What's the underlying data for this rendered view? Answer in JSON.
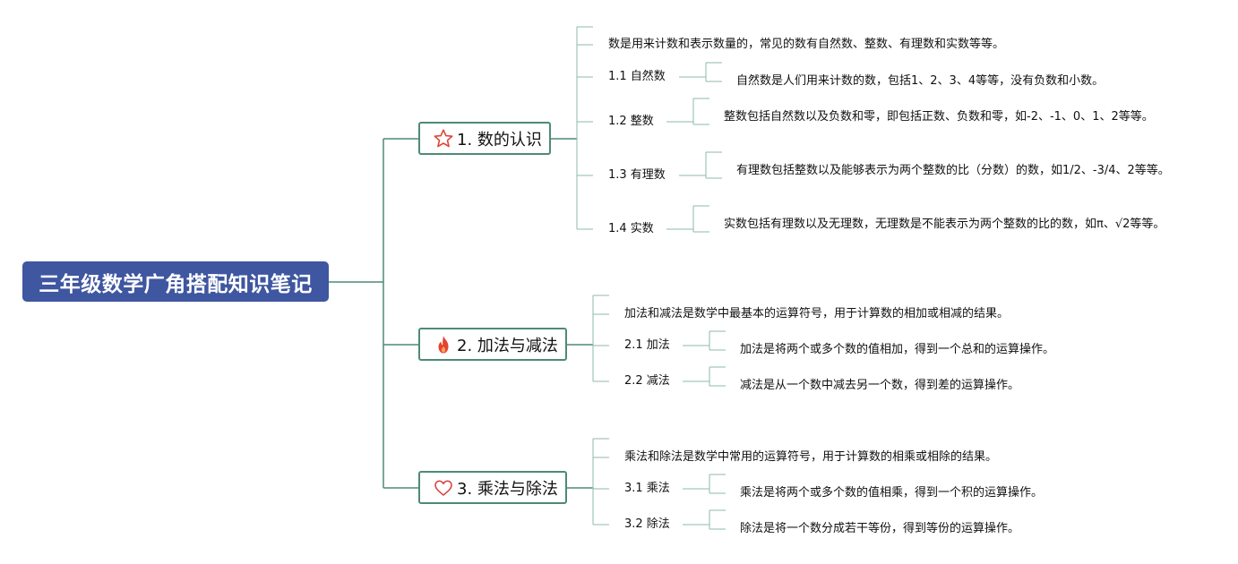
{
  "root": {
    "title": "三年级数学广角搭配知识笔记"
  },
  "topics": [
    {
      "icon": "star-icon",
      "title": "1. 数的认识",
      "intro": "数是用来计数和表示数量的，常见的数有自然数、整数、有理数和实数等等。",
      "children": [
        {
          "label": "1.1 自然数",
          "text": "自然数是人们用来计数的数，包括1、2、3、4等等，没有负数和小数。"
        },
        {
          "label": "1.2 整数",
          "text": "整数包括自然数以及负数和零，即包括正数、负数和零，如-2、-1、0、1、2等等。"
        },
        {
          "label": "1.3 有理数",
          "text": "有理数包括整数以及能够表示为两个整数的比（分数）的数，如1/2、-3/4、2等等。"
        },
        {
          "label": "1.4 实数",
          "text": "实数包括有理数以及无理数，无理数是不能表示为两个整数的比的数，如π、√2等等。"
        }
      ]
    },
    {
      "icon": "fire-icon",
      "title": "2. 加法与减法",
      "intro": "加法和减法是数学中最基本的运算符号，用于计算数的相加或相减的结果。",
      "children": [
        {
          "label": "2.1 加法",
          "text": "加法是将两个或多个数的值相加，得到一个总和的运算操作。"
        },
        {
          "label": "2.2 减法",
          "text": "减法是从一个数中减去另一个数，得到差的运算操作。"
        }
      ]
    },
    {
      "icon": "heart-icon",
      "title": "3. 乘法与除法",
      "intro": "乘法和除法是数学中常用的运算符号，用于计算数的相乘或相除的结果。",
      "children": [
        {
          "label": "3.1 乘法",
          "text": "乘法是将两个或多个数的值相乘，得到一个积的运算操作。"
        },
        {
          "label": "3.2 除法",
          "text": "除法是将一个数分成若干等份，得到等份的运算操作。"
        }
      ]
    }
  ],
  "colors": {
    "root_bg": "#3f56a0",
    "topic_border": "#4d8a78",
    "connector": "#4d8a78",
    "sub_connector": "#8fb8ad",
    "star": "#e0453a",
    "fire": "#e5432d",
    "heart": "#d94545"
  }
}
